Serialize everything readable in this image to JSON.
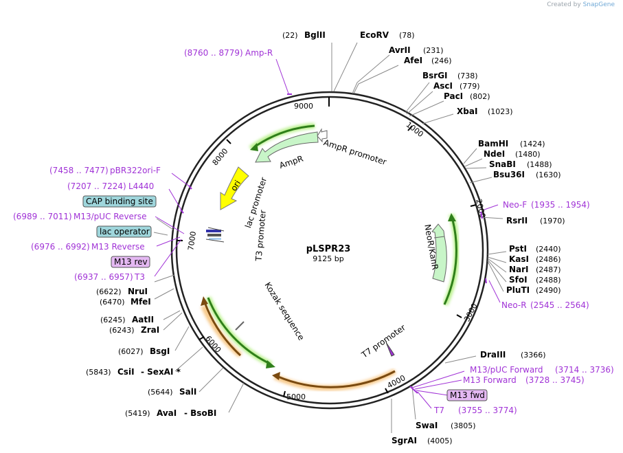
{
  "credit": {
    "prefix": "Created by",
    "brand": "SnapGene"
  },
  "plasmid": {
    "name": "pLSPR23",
    "length": "9125 bp"
  },
  "ticks": [
    "1000",
    "2000",
    "3000",
    "4000",
    "5000",
    "6000",
    "7000",
    "8000",
    "9000"
  ],
  "sites": [
    {
      "name": "BglII",
      "pos": "(22)"
    },
    {
      "name": "EcoRV",
      "pos": "(78)"
    },
    {
      "name": "AvrII",
      "pos": "(231)"
    },
    {
      "name": "AfeI",
      "pos": "(246)"
    },
    {
      "name": "BsrGI",
      "pos": "(738)"
    },
    {
      "name": "AscI",
      "pos": "(779)"
    },
    {
      "name": "PacI",
      "pos": "(802)"
    },
    {
      "name": "XbaI",
      "pos": "(1023)"
    },
    {
      "name": "BamHI",
      "pos": "(1424)"
    },
    {
      "name": "NdeI",
      "pos": "(1480)"
    },
    {
      "name": "SnaBI",
      "pos": "(1488)"
    },
    {
      "name": "Bsu36I",
      "pos": "(1630)"
    },
    {
      "name": "RsrII",
      "pos": "(1970)"
    },
    {
      "name": "PstI",
      "pos": "(2440)"
    },
    {
      "name": "KasI",
      "pos": "(2486)"
    },
    {
      "name": "NarI",
      "pos": "(2487)"
    },
    {
      "name": "SfoI",
      "pos": "(2488)"
    },
    {
      "name": "PluTI",
      "pos": "(2490)"
    },
    {
      "name": "DraIII",
      "pos": "(3366)"
    },
    {
      "name": "SwaI",
      "pos": "(3805)"
    },
    {
      "name": "SgrAI",
      "pos": "(4005)"
    },
    {
      "name": "AvaI",
      "pos": "(5419)",
      "name2": "- BsoBI"
    },
    {
      "name": "SalI",
      "pos": "(5644)"
    },
    {
      "name": "CsiI",
      "pos": "(5843)",
      "name2": "- SexAI *"
    },
    {
      "name": "BsgI",
      "pos": "(6027)"
    },
    {
      "name": "ZraI",
      "pos": "(6243)"
    },
    {
      "name": "AatII",
      "pos": "(6245)"
    },
    {
      "name": "MfeI",
      "pos": "(6470)"
    },
    {
      "name": "NruI",
      "pos": "(6622)"
    }
  ],
  "primers": [
    {
      "name": "Amp-R",
      "range": "(8760 .. 8779)"
    },
    {
      "name": "pBR322ori-F",
      "range": "(7458 .. 7477)"
    },
    {
      "name": "L4440",
      "range": "(7207 .. 7224)"
    },
    {
      "name": "M13/pUC Reverse",
      "range": "(6989 .. 7011)"
    },
    {
      "name": "M13 Reverse",
      "range": "(6976 .. 6992)"
    },
    {
      "name": "T3",
      "range": "(6937 .. 6957)"
    },
    {
      "name": "Neo-F",
      "range": "(1935 .. 1954)"
    },
    {
      "name": "Neo-R",
      "range": "(2545 .. 2564)"
    },
    {
      "name": "M13/pUC Forward",
      "range": "(3714 .. 3736)"
    },
    {
      "name": "M13 Forward",
      "range": "(3728 .. 3745)"
    },
    {
      "name": "T7",
      "range": "(3755 .. 3774)"
    }
  ],
  "boxed": [
    "CAP binding site",
    "lac operator",
    "M13 rev",
    "M13 fwd"
  ],
  "features": [
    "AmpR",
    "AmpR promoter",
    "ori",
    "lac promoter",
    "T3 promoter",
    "Kozak sequence",
    "T7 promoter",
    "NeoR/KanR"
  ],
  "colors": {
    "primer": "#a032d6",
    "ampr": "#c8f5c8",
    "ori": "#ffff00",
    "cap_box": "#9fd6dc",
    "m13_box": "#e4b8f2",
    "orange": "#f0a030",
    "green": "#3a9a2a"
  }
}
